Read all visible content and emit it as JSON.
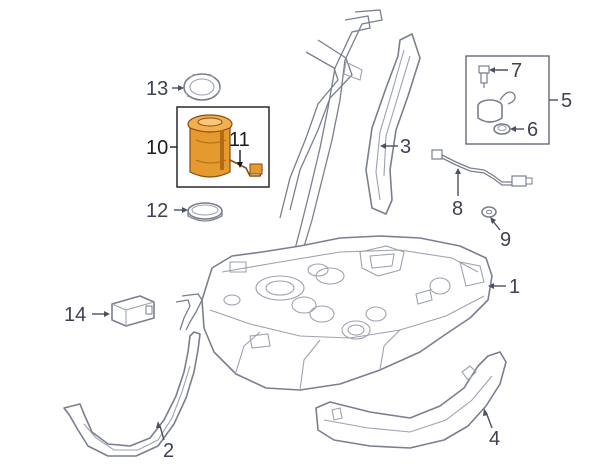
{
  "callouts": {
    "c1": "1",
    "c2": "2",
    "c3": "3",
    "c4": "4",
    "c5": "5",
    "c6": "6",
    "c7": "7",
    "c8": "8",
    "c9": "9",
    "c10": "10",
    "c11": "11",
    "c12": "12",
    "c13": "13",
    "c14": "14"
  },
  "colors": {
    "highlight_part": "#e59a2f",
    "highlight_part_dark": "#b56a14",
    "line_art": "#7a7f90",
    "callout_text": "#3d4152"
  }
}
